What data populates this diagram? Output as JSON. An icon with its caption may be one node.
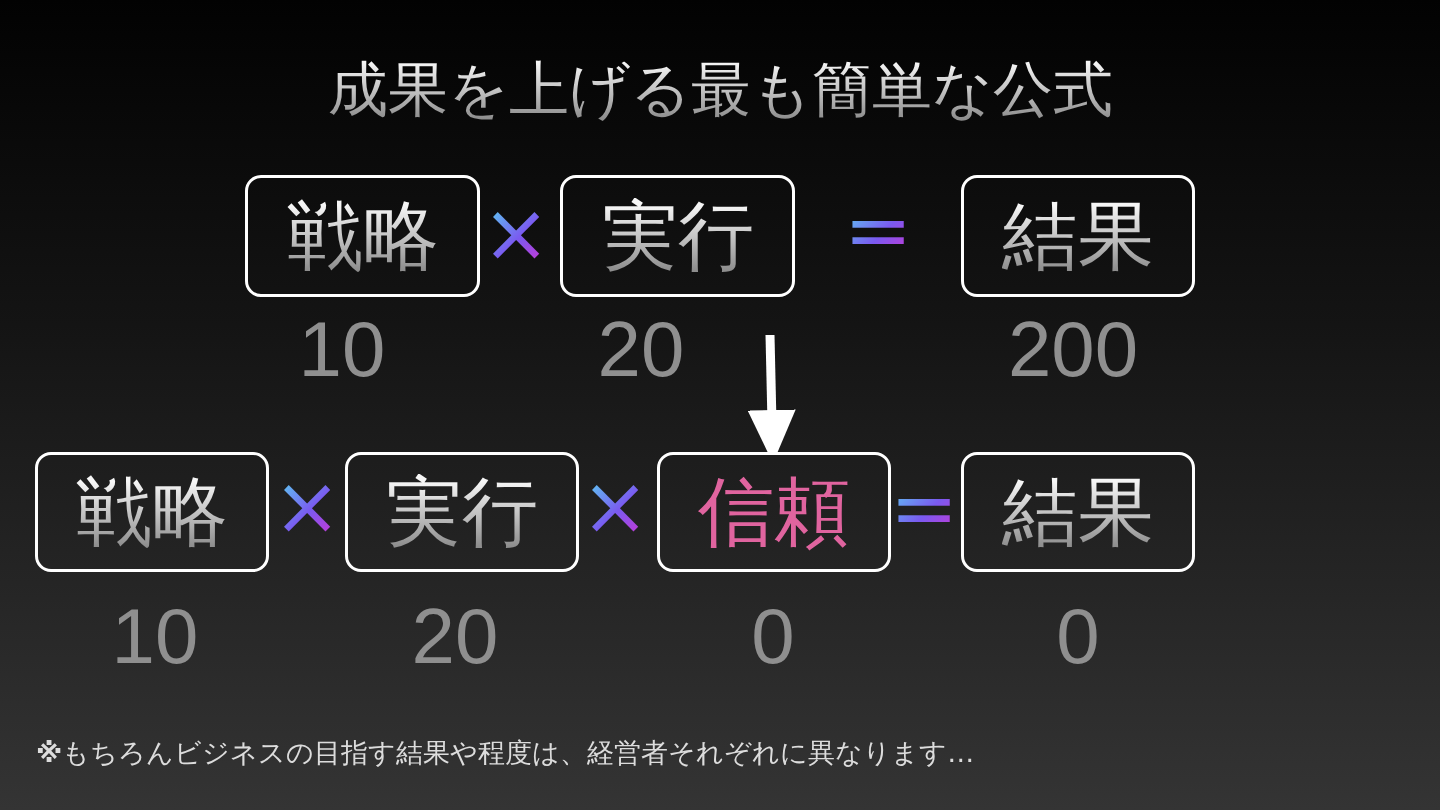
{
  "diagram": {
    "title": "成果を上げる最も簡単な公式",
    "caption": "**※**もちろんビジネスの目指す結果や程度は、経営者それぞれに異なります…",
    "nodes": [
      {
        "text": [
          "戦略"
        ],
        "beside": [
          "10"
        ]
      },
      {
        "text": [
          "実行"
        ],
        "beside": [
          "20"
        ]
      },
      {
        "text": [
          "結果"
        ],
        "beside": [
          "200"
        ]
      },
      {
        "text": [
          "戦略"
        ],
        "beside": [
          "10"
        ]
      },
      {
        "text": [
          "実行"
        ],
        "beside": [
          "20"
        ]
      },
      {
        "text": [
          "信頼"
        ],
        "beside": [
          "0"
        ]
      },
      {
        "text": [
          "結果"
        ],
        "beside": [
          "0"
        ]
      }
    ],
    "edges": [
      {
        "from": null,
        "to": 5,
        "arrow": "to"
      }
    ],
    "labels": [
      "×",
      "=",
      "×",
      "×",
      "="
    ]
  }
}
